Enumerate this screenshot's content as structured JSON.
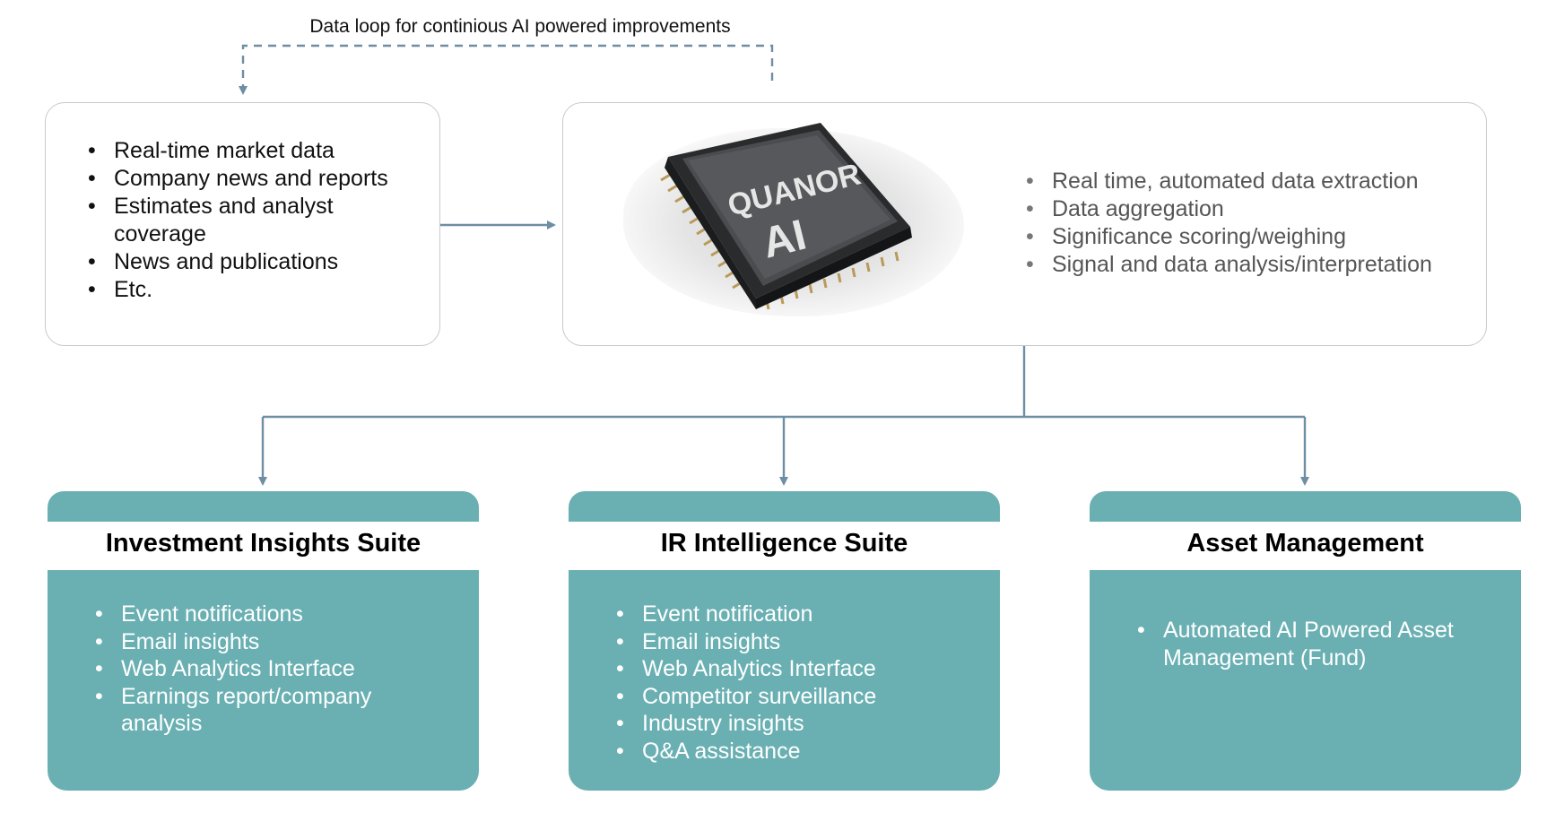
{
  "loop_label": "Data loop for continious AI powered improvements",
  "sources": {
    "items": [
      "Real-time market data",
      "Company news and reports",
      "Estimates and analyst coverage",
      "News and publications",
      "Etc."
    ]
  },
  "ai_engine": {
    "chip_line1": "QUANOR",
    "chip_line2": "AI",
    "items": [
      "Real time, automated data extraction",
      "Data aggregation",
      "Significance scoring/weighing",
      "Signal and data analysis/interpretation"
    ]
  },
  "suites": [
    {
      "title": "Investment Insights Suite",
      "items": [
        "Event notifications",
        "Email insights",
        "Web Analytics Interface",
        "Earnings report/company analysis"
      ]
    },
    {
      "title": "IR Intelligence Suite",
      "items": [
        "Event notification",
        "Email insights",
        "Web Analytics Interface",
        "Competitor surveillance",
        "Industry insights",
        "Q&A assistance"
      ]
    },
    {
      "title": "Asset Management",
      "items": [
        "Automated AI Powered Asset Management (Fund)"
      ]
    }
  ],
  "colors": {
    "teal": "#6ab0b3",
    "connector": "#6d8ea3",
    "box_border": "#c9c9c9"
  }
}
